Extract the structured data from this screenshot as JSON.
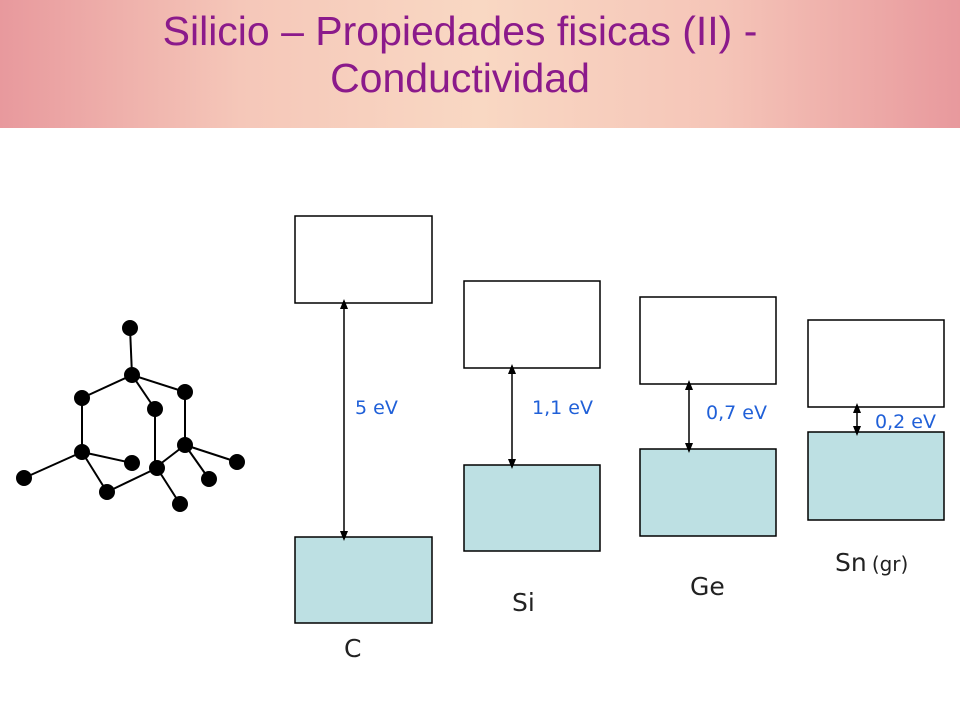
{
  "title": {
    "line1": "Silicio – Propiedades fisicas (II) -",
    "line2": "Conductividad"
  },
  "colors": {
    "title": "#8b1a8b",
    "valence_band": "#bde0e3",
    "gap_label": "#2060d8"
  },
  "materials": [
    {
      "symbol": "C",
      "gap": "5 eV"
    },
    {
      "symbol": "Si",
      "gap": "1,1 eV"
    },
    {
      "symbol": "Ge",
      "gap": "0,7 eV"
    },
    {
      "symbol": "Sn",
      "symbol_suffix": "(gr)",
      "gap": "0,2 eV"
    }
  ]
}
